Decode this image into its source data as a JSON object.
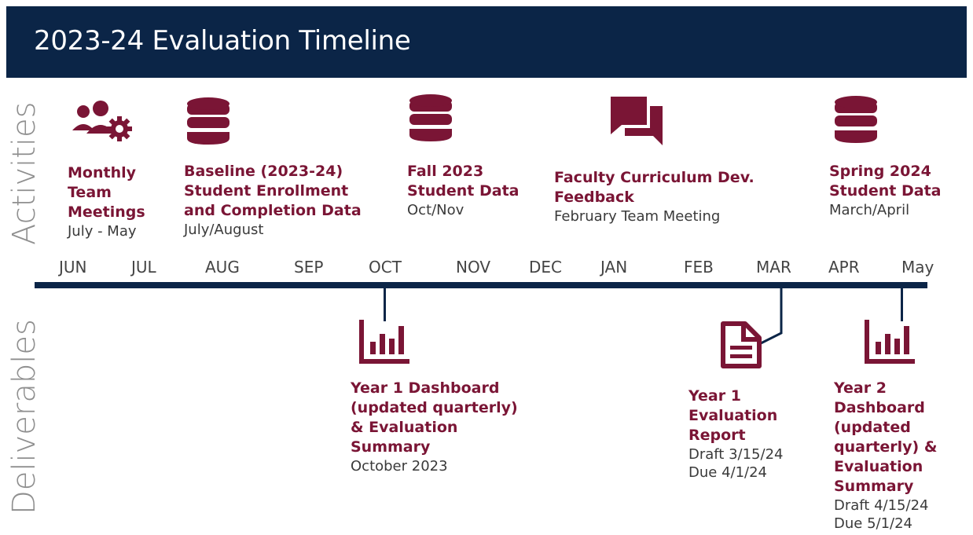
{
  "title": "2023-24 Evaluation Timeline",
  "side_labels": {
    "activities": "Activities",
    "deliverables": "Deliverables"
  },
  "months": [
    "JUN",
    "JUL",
    "AUG",
    "SEP",
    "OCT",
    "NOV",
    "DEC",
    "JAN",
    "FEB",
    "MAR",
    "APR",
    "May"
  ],
  "activities": [
    {
      "icon": "team-settings-icon",
      "title_lines": [
        "Monthly",
        "Team",
        "Meetings"
      ],
      "sub_lines": [
        "July - May"
      ]
    },
    {
      "icon": "database-icon",
      "title_lines": [
        "Baseline (2023-24)",
        "Student Enrollment",
        "and Completion Data"
      ],
      "sub_lines": [
        "July/August"
      ]
    },
    {
      "icon": "database-icon",
      "title_lines": [
        "Fall 2023",
        "Student Data"
      ],
      "sub_lines": [
        "Oct/Nov"
      ]
    },
    {
      "icon": "chat-icon",
      "title_lines": [
        "Faculty Curriculum Dev.",
        "Feedback"
      ],
      "sub_lines": [
        "February Team Meeting"
      ]
    },
    {
      "icon": "database-icon",
      "title_lines": [
        "Spring 2024",
        "Student Data"
      ],
      "sub_lines": [
        "March/April"
      ]
    }
  ],
  "deliverables": [
    {
      "icon": "bar-chart-icon",
      "title_lines": [
        "Year 1 Dashboard",
        "(updated quarterly)",
        "& Evaluation",
        "Summary"
      ],
      "sub_lines": [
        "October 2023"
      ]
    },
    {
      "icon": "document-icon",
      "title_lines": [
        "Year 1",
        "Evaluation",
        "Report"
      ],
      "sub_lines": [
        "Draft 3/15/24",
        "Due 4/1/24"
      ]
    },
    {
      "icon": "bar-chart-icon",
      "title_lines": [
        "Year 2",
        "Dashboard",
        "(updated",
        "quarterly) &",
        "Evaluation",
        "Summary"
      ],
      "sub_lines": [
        "Draft 4/15/24",
        "Due 5/1/24"
      ]
    }
  ],
  "colors": {
    "navy": "#0b2547",
    "maroon": "#7a1535",
    "gray_text": "#3a3a3a",
    "side_label": "#8f8f8f"
  }
}
